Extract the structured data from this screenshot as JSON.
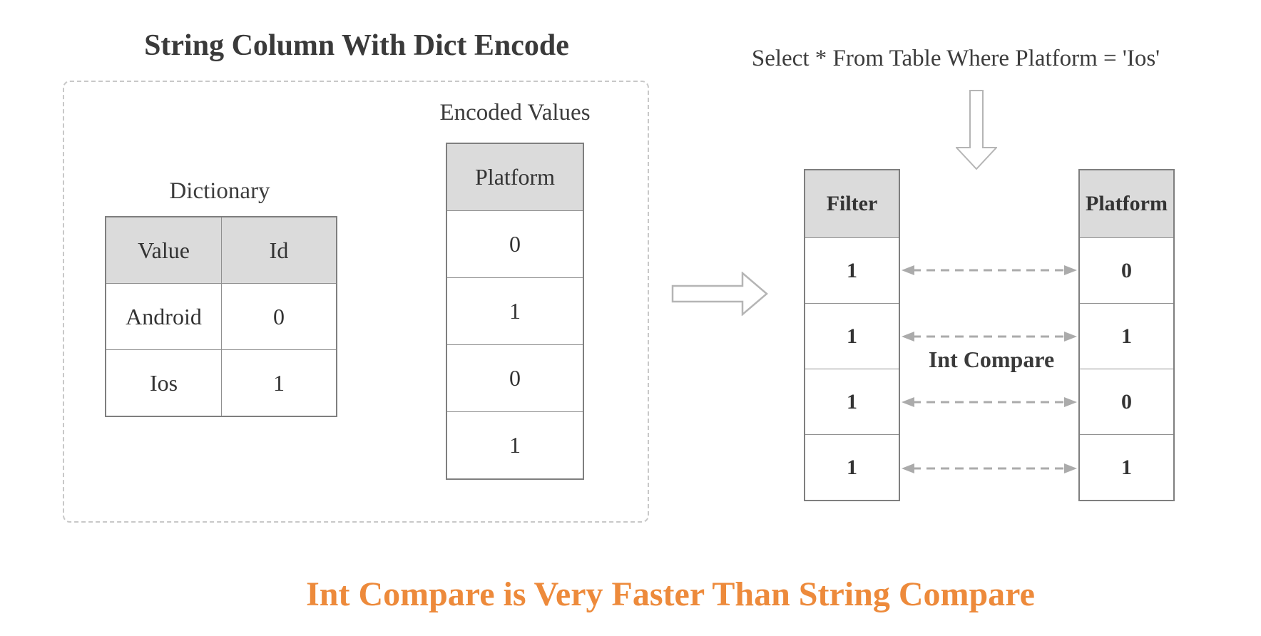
{
  "title": "String Column With Dict Encode",
  "query": "Select * From Table Where Platform = 'Ios'",
  "dict_section": {
    "label": "Dictionary",
    "table": {
      "headers": [
        "Value",
        "Id"
      ],
      "rows": [
        [
          "Android",
          "0"
        ],
        [
          "Ios",
          "1"
        ]
      ]
    }
  },
  "encoded_section": {
    "label": "Encoded Values",
    "table": {
      "header": "Platform",
      "values": [
        "0",
        "1",
        "0",
        "1"
      ]
    }
  },
  "filter_table": {
    "header": "Filter",
    "values": [
      "1",
      "1",
      "1",
      "1"
    ]
  },
  "platform_table": {
    "header": "Platform",
    "values": [
      "0",
      "1",
      "0",
      "1"
    ]
  },
  "compare_label": "Int Compare",
  "caption": "Int Compare is Very Faster Than String Compare",
  "icons": {
    "flow_right": "right-arrow",
    "flow_down": "down-arrow",
    "connectors": "double-headed-dashed-arrow"
  },
  "colors": {
    "accent_orange": "#ED8A3B",
    "header_bg": "#DBDBDB",
    "table_border": "#7F7F7F",
    "inner_border": "#8F8F8F",
    "arrow_gray": "#B5B5B5",
    "connector_gray": "#ABABAB",
    "dashed_box": "#C8C8C8",
    "text": "#333333"
  }
}
